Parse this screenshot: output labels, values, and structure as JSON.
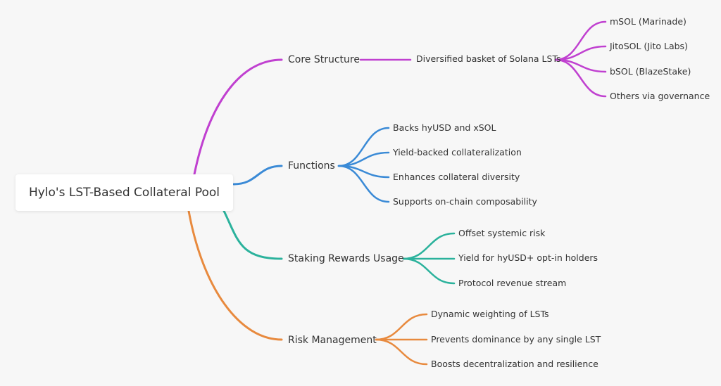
{
  "root": {
    "label": "Hylo's LST-Based Collateral Pool"
  },
  "branches": [
    {
      "label": "Core Structure",
      "color": "#c040d0",
      "children": [
        {
          "label": "Diversified basket of Solana LSTs",
          "children": [
            {
              "label": "mSOL (Marinade)"
            },
            {
              "label": "JitoSOL (Jito Labs)"
            },
            {
              "label": "bSOL (BlazeStake)"
            },
            {
              "label": "Others via governance"
            }
          ]
        }
      ]
    },
    {
      "label": "Functions",
      "color": "#3a8ad6",
      "children": [
        {
          "label": "Backs hyUSD and xSOL"
        },
        {
          "label": "Yield-backed collateralization"
        },
        {
          "label": "Enhances collateral diversity"
        },
        {
          "label": "Supports on-chain composability"
        }
      ]
    },
    {
      "label": "Staking Rewards Usage",
      "color": "#2bb29c",
      "children": [
        {
          "label": "Offset systemic risk"
        },
        {
          "label": "Yield for hyUSD+ opt-in holders"
        },
        {
          "label": "Protocol revenue stream"
        }
      ]
    },
    {
      "label": "Risk Management",
      "color": "#e88a3e",
      "children": [
        {
          "label": "Dynamic weighting of LSTs"
        },
        {
          "label": "Prevents dominance by any single LST"
        },
        {
          "label": "Boosts decentralization and resilience"
        }
      ]
    }
  ]
}
